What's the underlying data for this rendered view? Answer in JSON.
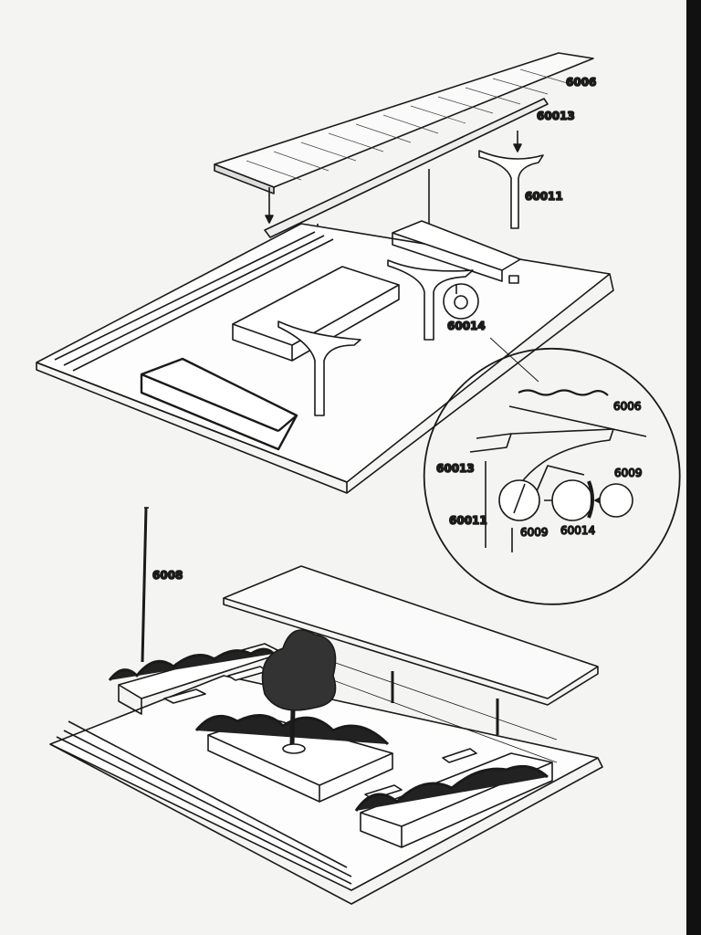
{
  "top_diagram": {
    "labels": {
      "roof": "6006",
      "beam": "60013",
      "column": "60011",
      "clock": "60014"
    }
  },
  "detail_circle": {
    "labels": {
      "roof": "6006",
      "beam": "60013",
      "column": "60011",
      "clock_face_right": "6009",
      "clock_face_left": "6009",
      "clock_body": "60014"
    }
  },
  "bottom_diagram": {
    "labels": {
      "lamp_pole": "6008"
    }
  },
  "colors": {
    "ink": "#1a1a1a",
    "paper": "#f4f4f2"
  }
}
